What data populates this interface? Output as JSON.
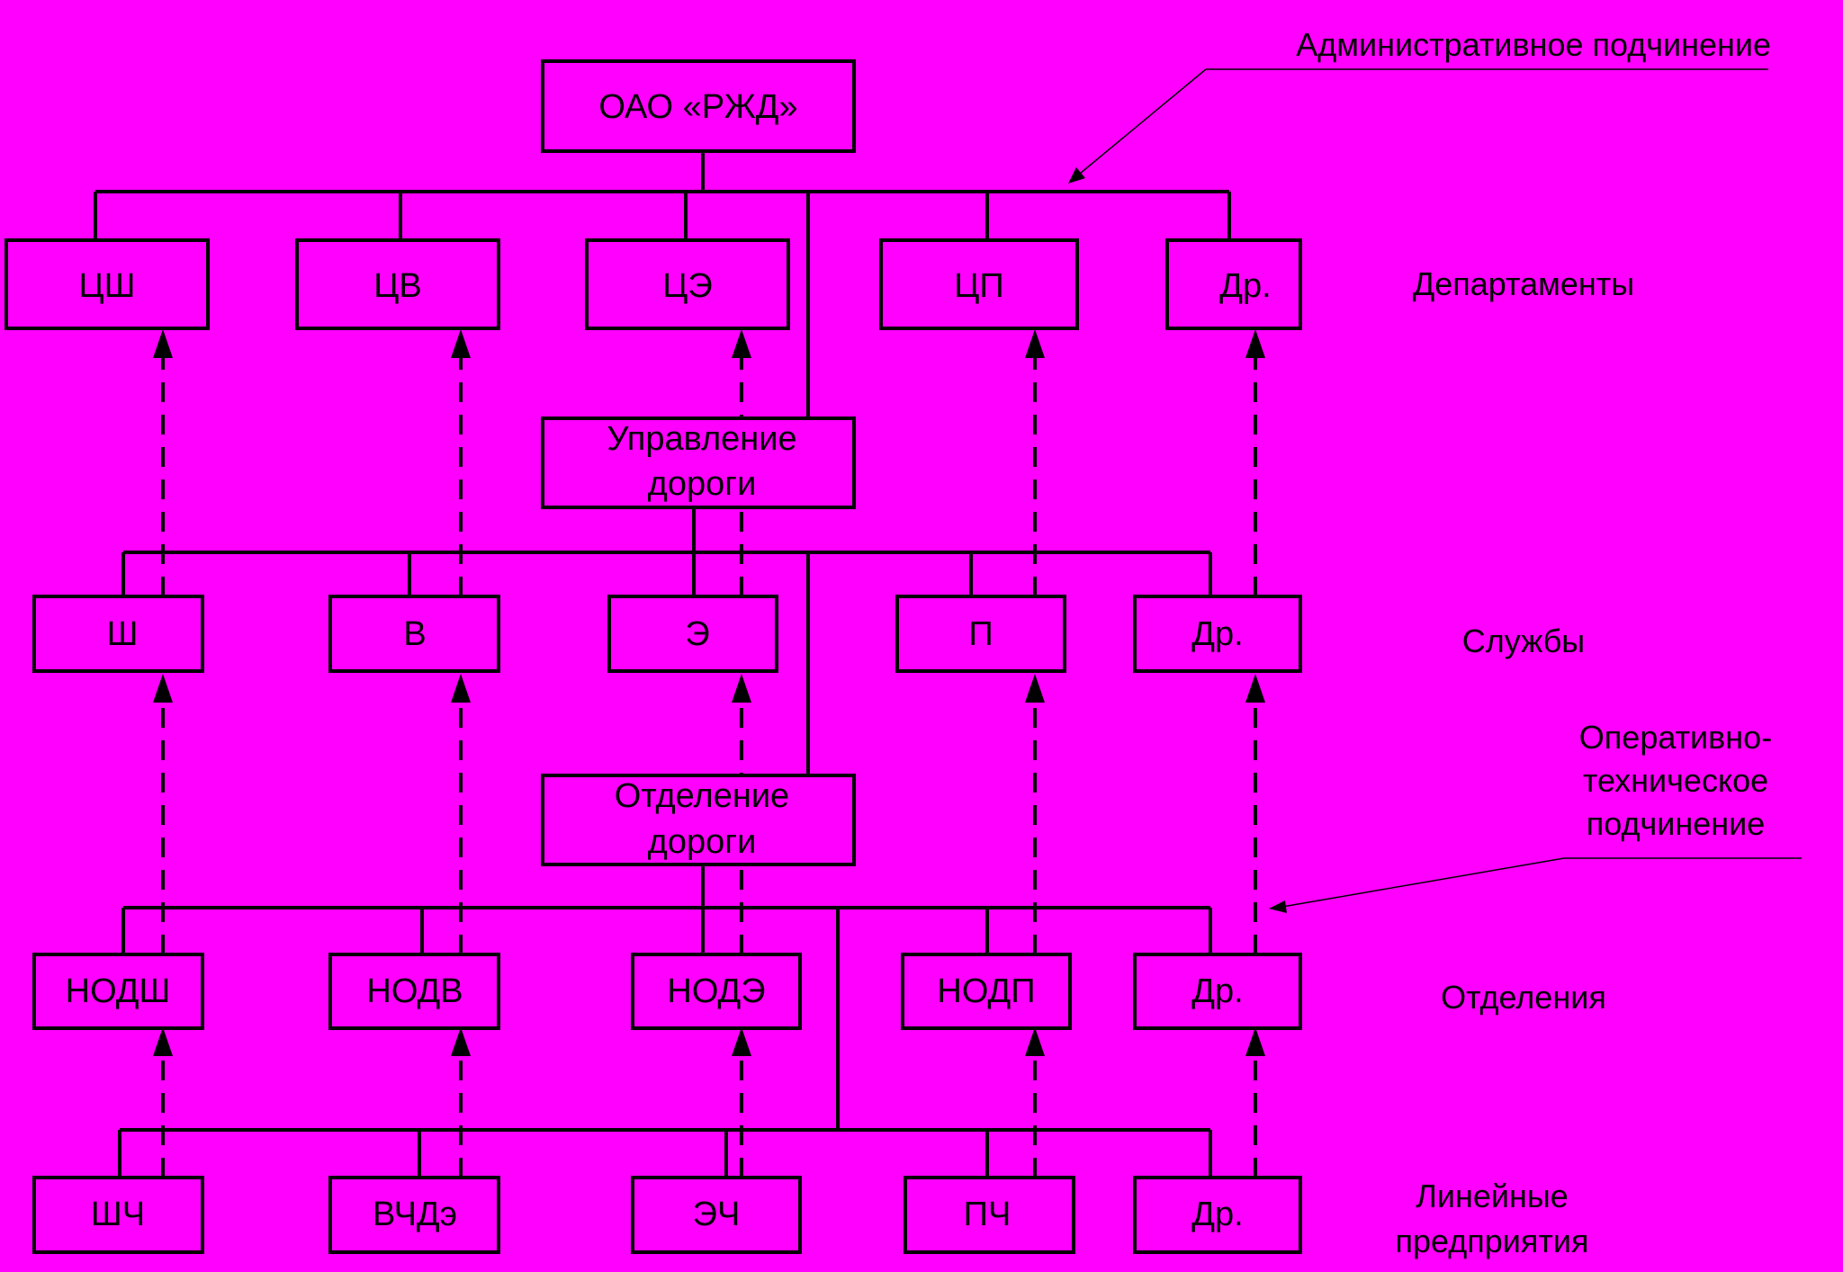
{
  "colors": {
    "background": "#ff00ff",
    "ink": "#000000"
  },
  "top": {
    "label": "ОАО «РЖД»"
  },
  "departments": [
    "ЦШ",
    "ЦВ",
    "ЦЭ",
    "ЦП",
    "Др."
  ],
  "road_management": {
    "line1": "Управление",
    "line2": "дороги"
  },
  "services": [
    "Ш",
    "В",
    "Э",
    "П",
    "Др."
  ],
  "road_division": {
    "line1": "Отделение",
    "line2": "дороги"
  },
  "divisions": [
    "НОДШ",
    "НОДВ",
    "НОДЭ",
    "НОДП",
    "Др."
  ],
  "linear": [
    "ШЧ",
    "ВЧДэ",
    "ЭЧ",
    "ПЧ",
    "Др."
  ],
  "legend": {
    "admin": "Административное подчинение",
    "operational": [
      "Оперативно-",
      "техническое",
      "подчинение"
    ]
  },
  "levels": {
    "departments": "Департаменты",
    "services": "Службы",
    "divisions": "Отделения",
    "linear": [
      "Линейные",
      "предприятия"
    ]
  }
}
